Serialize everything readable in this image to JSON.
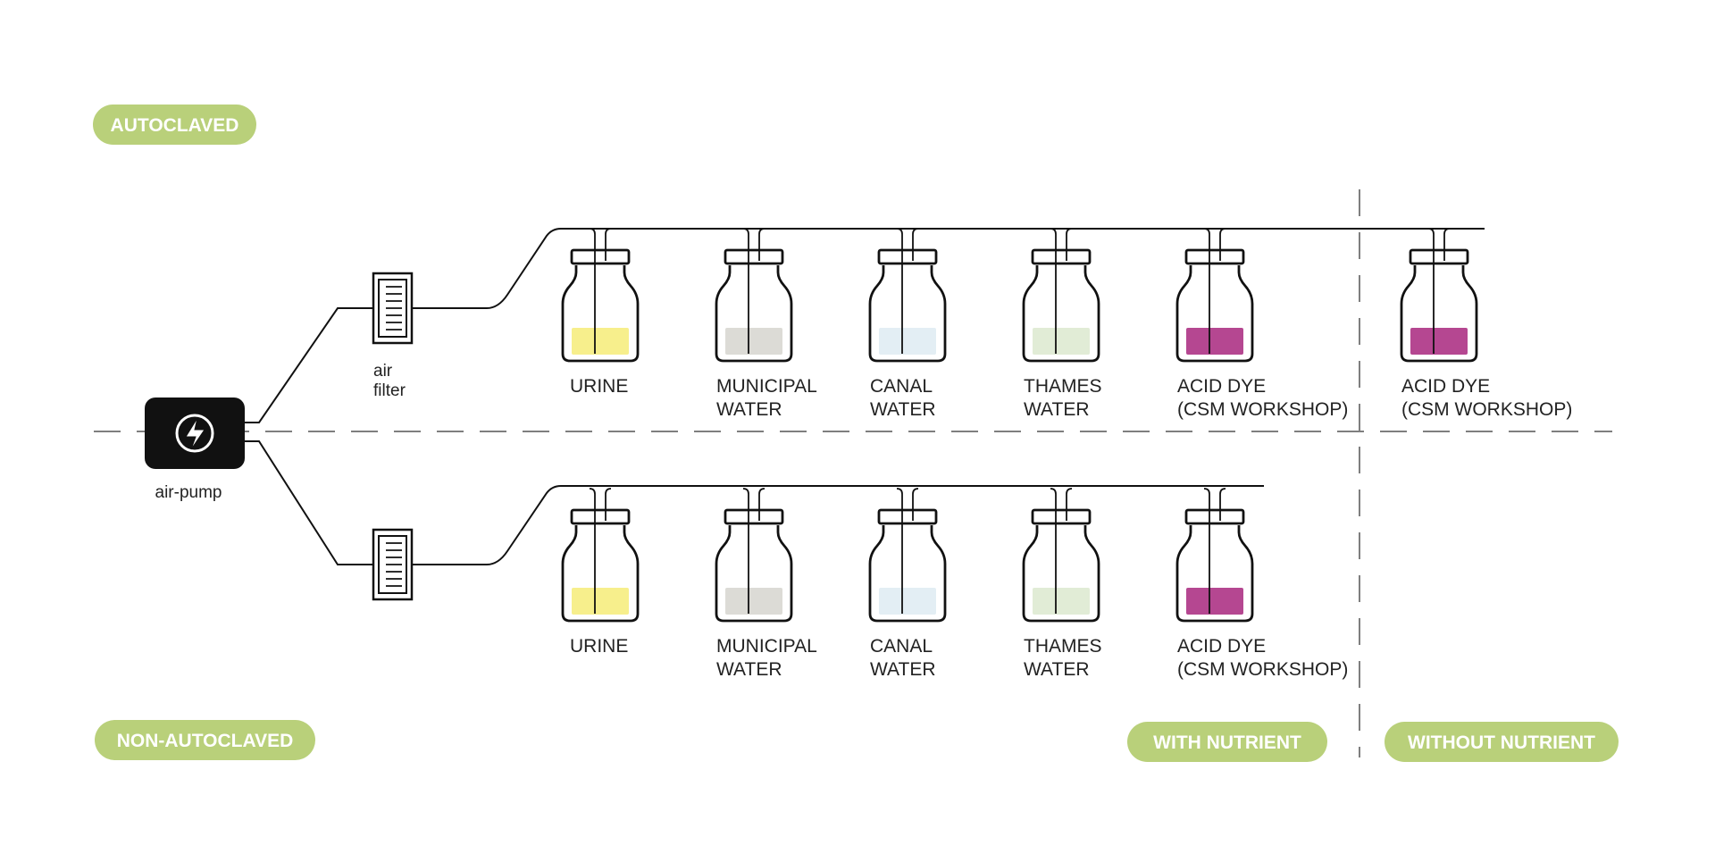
{
  "colors": {
    "pill": "#b9d07a",
    "ink": "#111111",
    "urine": "#f7ef8c",
    "municipal": "#dcdbd6",
    "canal": "#e3eef4",
    "thames": "#e1ecd6",
    "dye": "#b54791"
  },
  "pump": {
    "label": "air-pump",
    "icon": "lightning-bolt-icon"
  },
  "filter": {
    "label_line1": "air",
    "label_line2": "filter"
  },
  "pills": {
    "autoclaved": "AUTOCLAVED",
    "non_autoclaved": "NON-AUTOCLAVED",
    "with_nutrient": "WITH NUTRIENT",
    "without_nutrient": "WITHOUT NUTRIENT"
  },
  "rows": [
    {
      "jars": [
        {
          "line1": "URINE",
          "line2": "",
          "fill": "urine"
        },
        {
          "line1": "MUNICIPAL",
          "line2": "WATER",
          "fill": "municipal"
        },
        {
          "line1": "CANAL",
          "line2": "WATER",
          "fill": "canal"
        },
        {
          "line1": "THAMES",
          "line2": "WATER",
          "fill": "thames"
        },
        {
          "line1": "ACID DYE",
          "line2": "(CSM WORKSHOP)",
          "fill": "dye"
        },
        {
          "line1": "ACID DYE",
          "line2": "(CSM WORKSHOP)",
          "fill": "dye"
        }
      ]
    },
    {
      "jars": [
        {
          "line1": "URINE",
          "line2": "",
          "fill": "urine"
        },
        {
          "line1": "MUNICIPAL",
          "line2": "WATER",
          "fill": "municipal"
        },
        {
          "line1": "CANAL",
          "line2": "WATER",
          "fill": "canal"
        },
        {
          "line1": "THAMES",
          "line2": "WATER",
          "fill": "thames"
        },
        {
          "line1": "ACID DYE",
          "line2": "(CSM WORKSHOP)",
          "fill": "dye"
        }
      ]
    }
  ]
}
